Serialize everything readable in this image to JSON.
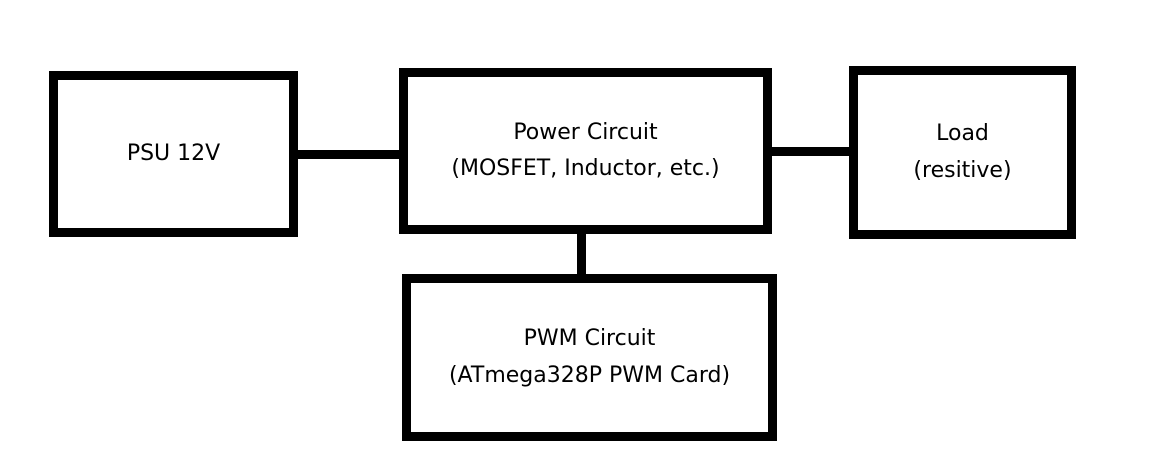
{
  "diagram": {
    "type": "block-diagram",
    "colors": {
      "stroke": "#000000",
      "fill": "#ffffff",
      "text": "#000000"
    },
    "blocks": {
      "psu": {
        "lines": [
          "PSU 12V"
        ]
      },
      "power": {
        "lines": [
          "Power Circuit",
          "(MOSFET, Inductor, etc.)"
        ]
      },
      "load": {
        "lines": [
          "Load",
          "(resitive)"
        ]
      },
      "pwm": {
        "lines": [
          "PWM Circuit",
          "(ATmega328P PWM Card)"
        ]
      }
    },
    "connections": [
      {
        "from": "PSU 12V",
        "to": "Power Circuit"
      },
      {
        "from": "Power Circuit",
        "to": "Load"
      },
      {
        "from": "Power Circuit",
        "to": "PWM Circuit"
      }
    ]
  }
}
